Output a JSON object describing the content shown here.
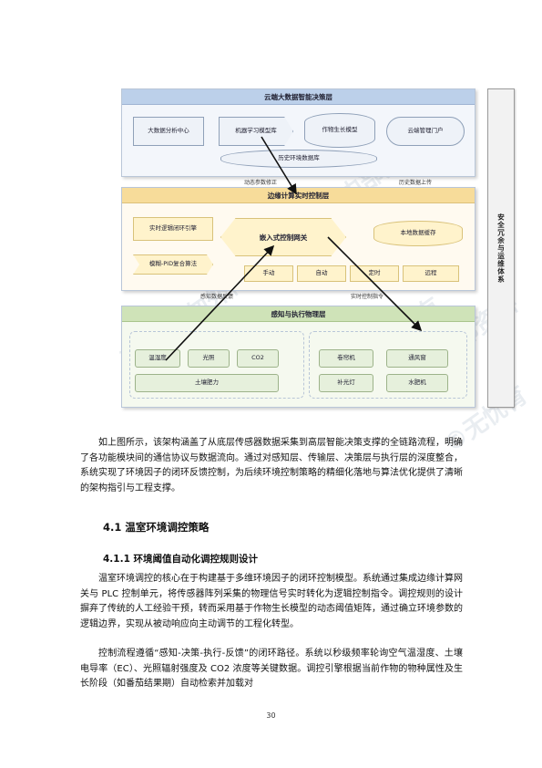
{
  "diagram": {
    "cloud_layer": {
      "title": "云端大数据智能决策层",
      "items": [
        "大数据分析中心",
        "机器学习模型库",
        "作物生长模型",
        "云端管理门户"
      ],
      "history_db": "历史环境数据库"
    },
    "arrow_labels": {
      "dynamic_param": "动态参数修正",
      "history_upload": "历史数据上传",
      "sensing_feedback": "感知数据反馈",
      "realtime_cmd": "实时控制指令"
    },
    "edge_layer": {
      "title": "边缘计算实时控制层",
      "logic": "实时逻辑闭环引擎",
      "fuzzy": "模糊-PID复合算法",
      "gateway": "嵌入式控制网关",
      "cache": "本地数据缓存",
      "modes": [
        "手动",
        "自动",
        "定时",
        "远程"
      ]
    },
    "physical_layer": {
      "title": "感知与执行物理层",
      "sensors": [
        "温湿度",
        "光照",
        "CO2",
        "土壤肥力"
      ],
      "actuators": [
        "卷帘机",
        "通风窗",
        "补光灯",
        "水肥机"
      ]
    },
    "side_panel": "安全冗余与运维体系"
  },
  "text": {
    "para1": "如上图所示，该架构涵盖了从底层传感器数据采集到高层智能决策支撑的全链路流程，明确了各功能模块间的通信协议与数据流向。通过对感知层、传输层、决策层与执行层的深度整合，系统实现了环境因子的闭环反馈控制，为后续环境控制策略的精细化落地与算法优化提供了清晰的架构指引与工程支撑。",
    "h41": "4.1  温室环境调控策略",
    "h411": "4.1.1  环境阈值自动化调控规则设计",
    "para2": "温室环境调控的核心在于构建基于多维环境因子的闭环控制模型。系统通过集成边缘计算网关与 PLC 控制单元，将传感器阵列采集的物理信号实时转化为逻辑控制指令。调控规则的设计摒弃了传统的人工经验干预，转而采用基于作物生长模型的动态阈值矩阵，通过确立环境参数的逻辑边界，实现从被动响应向主动调节的工程化转型。",
    "para3": "控制流程遵循“感知-决策-执行-反馈”的闭环路径。系统以秒级频率轮询空气温湿度、土壤电导率（EC）、光照辐射强度及 CO2 浓度等关键数据。调控引擎根据当前作物的物种属性及生长阶段（如番茄结果期）自动检索并加载对",
    "page_number": "30"
  },
  "watermark": [
    "外传",
    "内部资料 请勿",
    "优育 版权所有",
    "资料 请勿外传",
    "忧育 版权所有",
    "©无忧育",
    "内部资料",
    "库 版权"
  ]
}
